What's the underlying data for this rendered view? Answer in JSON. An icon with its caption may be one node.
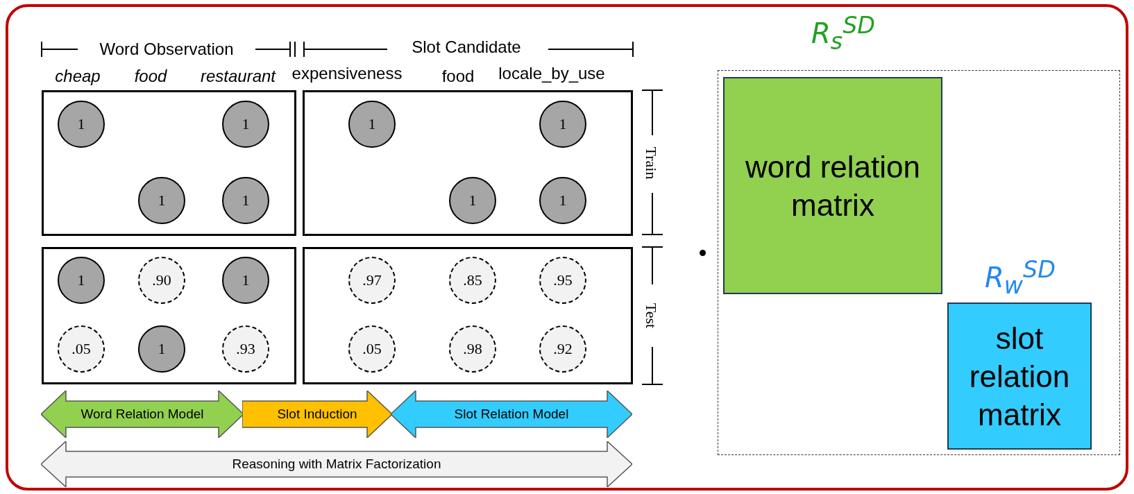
{
  "diagram": {
    "nodes": [
      {
        "text": [],
        "shape": "box"
      },
      {
        "text": [
          "1"
        ],
        "in": 0
      },
      {
        "text": [
          "1"
        ],
        "in": 0
      },
      {
        "text": [
          "1"
        ],
        "in": 0
      },
      {
        "text": [
          "1"
        ],
        "in": 0
      },
      {
        "text": [],
        "shape": "box"
      },
      {
        "text": [
          "1"
        ],
        "in": 5
      },
      {
        "text": [
          "1"
        ],
        "in": 5
      },
      {
        "text": [
          "1"
        ],
        "in": 5
      },
      {
        "text": [
          "1"
        ],
        "in": 5
      },
      {
        "text": [],
        "shape": "box"
      },
      {
        "text": [
          "1"
        ],
        "in": 10
      },
      {
        "text": [
          ".90"
        ],
        "in": 10
      },
      {
        "text": [
          "1"
        ],
        "in": 10
      },
      {
        "text": [
          ".05"
        ],
        "in": 10
      },
      {
        "text": [
          "1"
        ],
        "in": 10
      },
      {
        "text": [
          ".93"
        ],
        "in": 10
      },
      {
        "text": [],
        "shape": "box"
      },
      {
        "text": [
          ".97"
        ],
        "in": 17
      },
      {
        "text": [
          ".85"
        ],
        "in": 17
      },
      {
        "text": [
          ".95"
        ],
        "in": 17
      },
      {
        "text": [
          ".05"
        ],
        "in": 17
      },
      {
        "text": [
          ".98"
        ],
        "in": 17
      },
      {
        "text": [
          ".92"
        ],
        "in": 17
      },
      {
        "text": [
          "Word Relation Model"
        ]
      },
      {
        "text": [
          "Slot Induction"
        ]
      },
      {
        "text": [
          "Slot Relation Model"
        ]
      },
      {
        "text": [
          "Reasoning with Matrix Factorization"
        ]
      },
      {
        "text": [],
        "shape": "box"
      },
      {
        "text": [
          "word relation matrix"
        ],
        "in": 28
      },
      {
        "text": [
          "slot relation matrix"
        ],
        "in": 28
      }
    ],
    "edges": [],
    "labels": [
      "Word Observation",
      "Slot Candidate",
      "cheap",
      "food",
      "restaurant",
      "expensiveness",
      "food",
      "locale_by_use",
      "Train",
      "Test",
      "R$_{s}$$^{SD}$",
      "R$_{w}$$^{SD}$"
    ]
  }
}
